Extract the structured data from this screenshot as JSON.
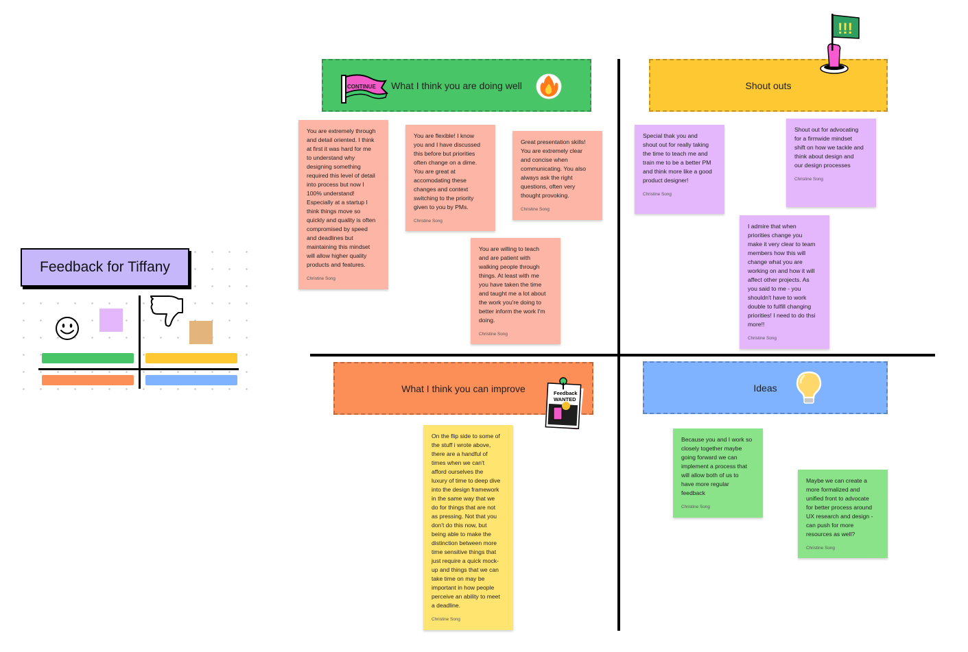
{
  "board": {
    "title": "Feedback for Tiffany"
  },
  "colors": {
    "well": "#48c667",
    "shoutouts": "#fdc832",
    "improve": "#fc8e57",
    "ideas": "#80b3ff",
    "sticky_pink": "#fdb5a5",
    "sticky_purple": "#e4b7fc",
    "sticky_yellow": "#ffe46f",
    "sticky_green": "#8ae389",
    "title_fill": "#c6b7fb"
  },
  "icons": {
    "continue_banner": "continue-banner-icon",
    "fire": "fire-icon",
    "flag": "flag-icon",
    "feedback_wanted": "feedback-wanted-sign-icon",
    "lightbulb": "lightbulb-icon",
    "smiley": "smiley-icon",
    "thumbs_down": "thumbs-down-icon"
  },
  "stickers": {
    "continue_text": "CONTINUE",
    "feedback_wanted_line1": "Feedback",
    "feedback_wanted_line2": "WANTED"
  },
  "sections": {
    "well": "What I think you are doing well",
    "shoutouts": "Shout outs",
    "improve": "What I think you can improve",
    "ideas": "Ideas"
  },
  "notes": {
    "well": [
      {
        "text": "You are extremely through\nand detail oriented. I think\nat first it was hard for me\nto understand why\ndesigning something\nrequired this level of detail\ninto process but now I\n100% understand!\nEspecially at a startup I\nthink things move so\nquickly and quality is often\ncompromised by speed\nand deadlines but\nmaintaining this mindset\nwill allow higher quality\nproducts and features.",
        "author": "Christine Song"
      },
      {
        "text": "You are flexible! I know\nyou and I have discussed\nthis before but priorities\noften change on a dime.\nYou are great at\naccomodating these\nchanges and context\nswitching to the priority\ngiven to you by PMs.",
        "author": "Christine Song"
      },
      {
        "text": "Great presentation skills!\nYou are extremely clear\nand concise when\ncommunicating. You also\nalways ask the right\nquestions, often very\nthought provoking.",
        "author": "Christine Song"
      },
      {
        "text": "You are willing to teach\nand are patient with\nwalking people through\nthings. At least with me\nyou have taken the time\nand taught me a lot about\nthe work you're doing to\nbetter inform the work I'm\ndoing.",
        "author": "Christine Song"
      }
    ],
    "shoutouts": [
      {
        "text": "Special thak you and\nshout out for really taking\nthe time to teach me and\ntrain me to be a better PM\nand think more like a good\nproduct designer!",
        "author": "Christine Song"
      },
      {
        "text": "Shout out for advocating\nfor a firmwide mindset\nshift on how we tackle and\nthink about design and\nour design processes",
        "author": "Christine Song"
      },
      {
        "text": "I admire that when\npriorities change you\nmake it very clear to team\nmembers how this will\nchange what you are\nworking on and how it will\naffect other projects. As\nyou said to me - you\nshouldn't have to work\ndouble to fulfill changing\npriorities! I need to do thsi\nmore!!",
        "author": "Christine Song"
      }
    ],
    "improve": [
      {
        "text": "On the flip side to some of\nthe stuff i wrote above,\nthere are a handful of\ntimes when we can't\nafford ourselves the\nluxury of time to deep dive\ninto the design framework\nin the same way that we\ndo for things that are not\nas pressing. Not that you\ndon't do this now, but\nbeing able to make the\ndistinction between more\ntime sensitive things that\njust require a quick mock-\nup and things that we can\ntake time on may be\nimportant in how people\nperceive an ability to meet\na deadline.",
        "author": "Christine Song"
      }
    ],
    "ideas": [
      {
        "text": "Because you and I work so\nclosely together maybe\ngoing forward we can\nimplement a process that\nwill allow both of us to\nhave more regular\nfeedback",
        "author": "Christine Song"
      },
      {
        "text": "Maybe we can create a\nmore formalized and\nunified front to advocate\nfor better process around\nUX research and design -\ncan push for more\nresources as well?",
        "author": "Christine Song"
      }
    ]
  }
}
